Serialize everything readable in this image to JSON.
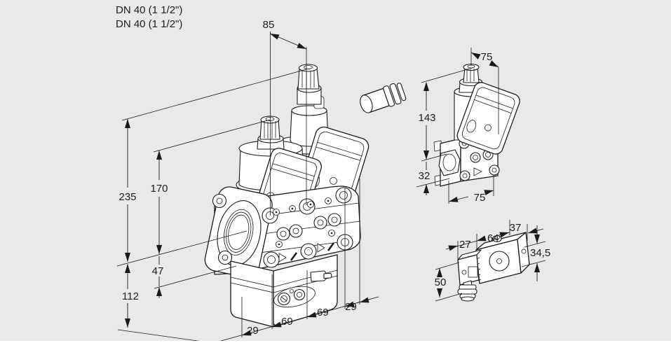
{
  "colors": {
    "background": "#e9e9e9",
    "line": "#1b1b1b",
    "fill": "#ffffff",
    "text": "#1c1c1c",
    "bottom_strip": "#ffffff"
  },
  "labels": {
    "dn_size_1": "DN 40 (1 1/2\")",
    "dn_size_2": "DN 40 (1 1/2\")"
  },
  "main_view": {
    "dimensions": {
      "top_width": "85",
      "total_height": "235",
      "axis_to_stem_top": "170",
      "axis_to_body_bottom": "47",
      "axis_to_base": "112",
      "base_chain": [
        "29",
        "69",
        "69",
        "29"
      ]
    }
  },
  "side_view": {
    "dimensions": {
      "top_width": "75",
      "height": "143",
      "flange_height": "32",
      "bottom_width": "75"
    }
  },
  "accessory_view": {
    "dimensions": {
      "connector_width": "27",
      "body_length": "64",
      "body_depth": "37",
      "body_height": "34,5",
      "connector_height": "50"
    }
  }
}
